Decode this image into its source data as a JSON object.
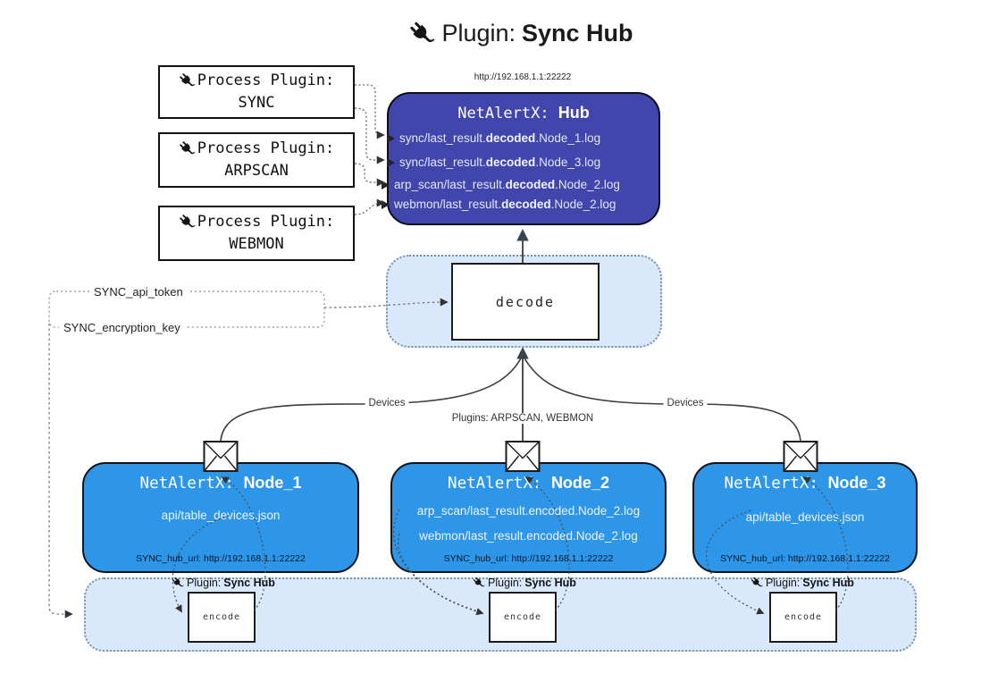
{
  "title": {
    "prefix": "Plugin: ",
    "bold": "Sync Hub"
  },
  "process_plugins": [
    {
      "label": "Process Plugin:",
      "name": "SYNC"
    },
    {
      "label": "Process Plugin:",
      "name": "ARPSCAN"
    },
    {
      "label": "Process Plugin:",
      "name": "WEBMON"
    }
  ],
  "hub": {
    "url": "http://192.168.1.1:22222",
    "title_prefix": "NetAlertX: ",
    "title_bold": "Hub",
    "logs": [
      {
        "pre": "sync/last_result.",
        "bold": "decoded",
        "post": ".Node_1.log"
      },
      {
        "pre": "sync/last_result.",
        "bold": "decoded",
        "post": ".Node_3.log"
      },
      {
        "pre": "arp_scan/last_result.",
        "bold": "decoded",
        "post": ".Node_2.log"
      },
      {
        "pre": "webmon/last_result.",
        "bold": "decoded",
        "post": ".Node_2.log"
      }
    ]
  },
  "decode": {
    "label": "decode"
  },
  "keys": {
    "api_token": "SYNC_api_token",
    "encryption_key": "SYNC_encryption_key"
  },
  "edge_labels": {
    "devices_left": "Devices",
    "plugins_middle": "Plugins: ARPSCAN, WEBMON",
    "devices_right": "Devices"
  },
  "nodes": [
    {
      "title_prefix": "NetAlertX: ",
      "title_bold": "Node_1",
      "files": [
        "api/table_devices.json"
      ],
      "hub_url": "SYNC_hub_url: http://192.168.1.1:22222"
    },
    {
      "title_prefix": "NetAlertX: ",
      "title_bold": "Node_2",
      "files": [
        "arp_scan/last_result.encoded.Node_2.log",
        "webmon/last_result.encoded.Node_2.log"
      ],
      "hub_url": "SYNC_hub_url: http://192.168.1.1:22222"
    },
    {
      "title_prefix": "NetAlertX: ",
      "title_bold": "Node_3",
      "files": [
        "api/table_devices.json"
      ],
      "hub_url": "SYNC_hub_url: http://192.168.1.1:22222"
    }
  ],
  "encoders": [
    {
      "plugin_prefix": "Plugin: ",
      "plugin_bold": "Sync Hub",
      "label": "encode"
    },
    {
      "plugin_prefix": "Plugin: ",
      "plugin_bold": "Sync Hub",
      "label": "encode"
    },
    {
      "plugin_prefix": "Plugin: ",
      "plugin_bold": "Sync Hub",
      "label": "encode"
    }
  ],
  "colors": {
    "hub_fill": "#4146ac",
    "node_fill": "#2d96e8",
    "panel_fill": "#d9e9fb",
    "panel_border": "#7492ad",
    "line": "#3d3d3d",
    "arrow": "#36454f"
  }
}
